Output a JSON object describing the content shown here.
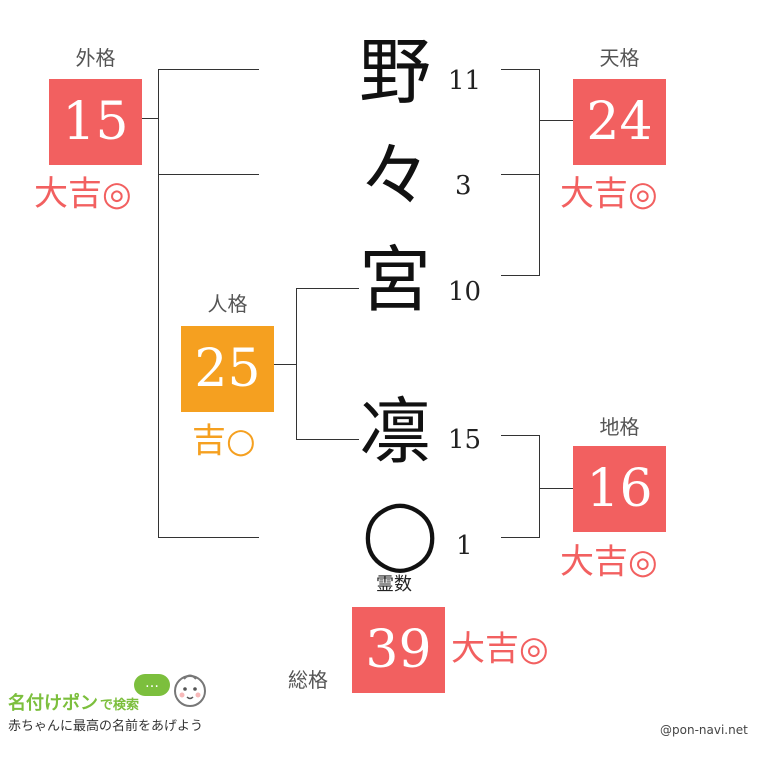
{
  "name_chars": [
    {
      "char": "野",
      "strokes": "11"
    },
    {
      "char": "々",
      "strokes": "3"
    },
    {
      "char": "宮",
      "strokes": "10"
    },
    {
      "char": "凛",
      "strokes": "15"
    },
    {
      "char": "◯",
      "strokes": "1"
    }
  ],
  "reisu_label": "霊数",
  "gaikaku": {
    "label": "外格",
    "value": "15",
    "verdict": "大吉◎"
  },
  "tenkaku": {
    "label": "天格",
    "value": "24",
    "verdict": "大吉◎"
  },
  "jinkaku": {
    "label": "人格",
    "value": "25",
    "verdict": "吉○"
  },
  "chikaku": {
    "label": "地格",
    "value": "16",
    "verdict": "大吉◎"
  },
  "soukaku": {
    "label": "総格",
    "value": "39",
    "verdict": "大吉◎"
  },
  "logo": {
    "title_main": "名付けポン",
    "title_suffix": "で検索",
    "bubble": "…",
    "subtitle": "赤ちゃんに最高の名前をあげよう"
  },
  "credit": "@pon-navi.net",
  "colors": {
    "great": "#f26060",
    "good": "#f5a020"
  }
}
